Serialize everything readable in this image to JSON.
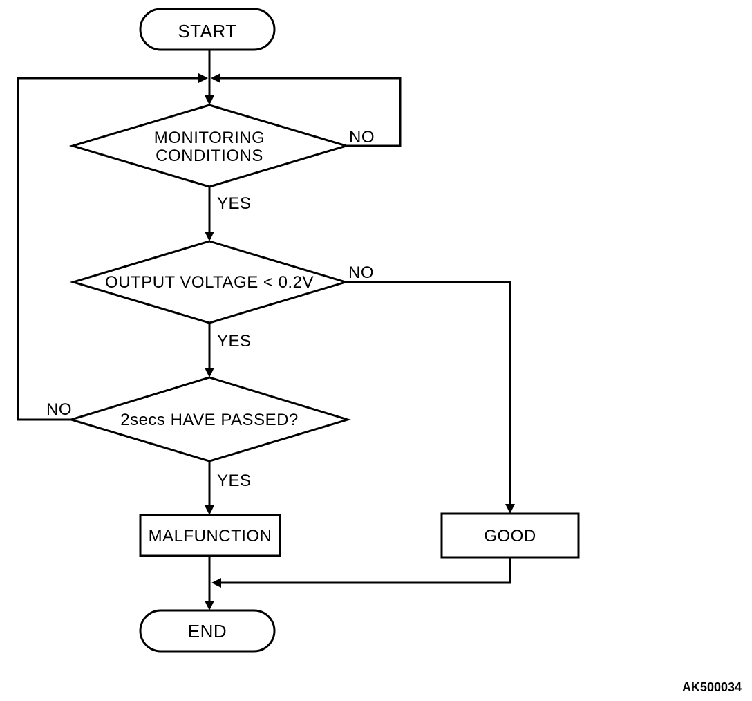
{
  "figure_code": "AK500034",
  "nodes": {
    "start": "START",
    "monitoring_line1": "MONITORING",
    "monitoring_line2": "CONDITIONS",
    "voltage": "OUTPUT VOLTAGE < 0.2V",
    "passed": "2secs HAVE PASSED?",
    "malfunction": "MALFUNCTION",
    "good": "GOOD",
    "end": "END"
  },
  "edge_labels": {
    "monitoring_no": "NO",
    "monitoring_yes": "YES",
    "voltage_no": "NO",
    "voltage_yes": "YES",
    "passed_no": "NO",
    "passed_yes": "YES"
  },
  "flow": [
    {
      "from": "START",
      "to": "MONITORING CONDITIONS",
      "label": ""
    },
    {
      "from": "MONITORING CONDITIONS",
      "to": "merge point above MONITORING CONDITIONS",
      "label": "NO"
    },
    {
      "from": "MONITORING CONDITIONS",
      "to": "OUTPUT VOLTAGE < 0.2V",
      "label": "YES"
    },
    {
      "from": "OUTPUT VOLTAGE < 0.2V",
      "to": "GOOD",
      "label": "NO"
    },
    {
      "from": "OUTPUT VOLTAGE < 0.2V",
      "to": "2secs HAVE PASSED?",
      "label": "YES"
    },
    {
      "from": "2secs HAVE PASSED?",
      "to": "merge point above MONITORING CONDITIONS",
      "label": "NO"
    },
    {
      "from": "2secs HAVE PASSED?",
      "to": "MALFUNCTION",
      "label": "YES"
    },
    {
      "from": "MALFUNCTION",
      "to": "END",
      "label": ""
    },
    {
      "from": "GOOD",
      "to": "END",
      "label": ""
    }
  ],
  "colors": {
    "line": "#000000",
    "text": "#000000",
    "background": "#ffffff"
  }
}
